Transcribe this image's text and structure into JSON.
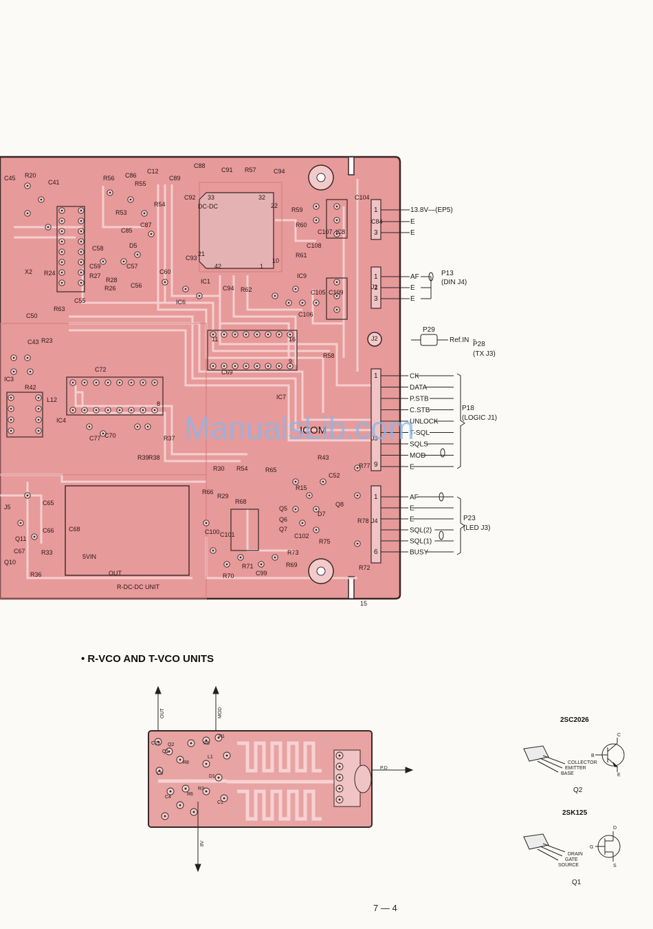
{
  "colors": {
    "board": "#e79a9a",
    "board_edge": "#3a2626",
    "trace": "#f7d2d2",
    "pad": "#f3cfcf",
    "ink": "#1a1a1a",
    "watermark": "#8ab6e8"
  },
  "board_labels": [
    "R20",
    "C41",
    "C45",
    "R56",
    "C86",
    "R55",
    "C12",
    "C89",
    "C88",
    "C91",
    "R57",
    "C94",
    "R53",
    "R54",
    "C92",
    "C85",
    "C87",
    "C58",
    "D5",
    "C57",
    "C60",
    "C93",
    "C59",
    "R27",
    "R26",
    "R28",
    "C56",
    "C55",
    "IC1",
    "C94",
    "R62",
    "IC6",
    "R63",
    "C50",
    "X2",
    "R24",
    "R23",
    "C43",
    "C72",
    "IC3",
    "R42",
    "L12",
    "IC4",
    "C77",
    "C70",
    "R39",
    "R38",
    "R37",
    "C69",
    "IC7",
    "ICOM",
    "R43",
    "R30",
    "R54",
    "R65",
    "R66",
    "R29",
    "R68",
    "R70",
    "R71",
    "C99",
    "C101",
    "C100",
    "C52",
    "Q5",
    "Q6",
    "Q7",
    "Q8",
    "D7",
    "R78",
    "C102",
    "R75",
    "R15",
    "R73",
    "R69",
    "R72",
    "R77",
    "C104",
    "C105",
    "C106",
    "C107",
    "C108",
    "C109",
    "IC8",
    "IC9",
    "R59",
    "R60",
    "R61",
    "R58",
    "C84",
    "J1",
    "J2",
    "J3",
    "J4",
    "J5",
    "Q10",
    "Q11",
    "C66",
    "C67",
    "R33",
    "R36",
    "C65",
    "C68",
    "5VIN",
    "OUT",
    "R-DC-DC UNIT",
    "DC-DC",
    "33",
    "32",
    "22",
    "21",
    "42",
    "1",
    "10",
    "11",
    "16",
    "9",
    "8",
    "15"
  ],
  "connectors": {
    "j1": {
      "pins": [
        "1",
        "2",
        "3"
      ],
      "signals": [
        "13.8V—(EP5)",
        "E",
        "E"
      ]
    },
    "j2": {
      "pins": [
        "1",
        "2",
        "3"
      ],
      "signals": [
        "AF",
        "E",
        "E"
      ],
      "ref": "P13",
      "ref_sub": "(DIN J4)"
    },
    "j3": {
      "signals": [
        "Ref.IN"
      ],
      "plug": "P29",
      "ref": "P28",
      "ref_sub": "(TX J3)"
    },
    "j4": {
      "pins": [
        "1",
        "9"
      ],
      "signals": [
        "CK",
        "DATA",
        "P.STB",
        "C.STB",
        "UNLOCK",
        "T-SQL",
        "SQLS",
        "MOD",
        "E"
      ],
      "ref": "P18",
      "ref_sub": "(LOGIC J1)"
    },
    "j5": {
      "pins": [
        "1",
        "6"
      ],
      "signals": [
        "AF",
        "E",
        "E",
        "SQL(2)",
        "SQL(1)",
        "BUSY"
      ],
      "ref": "P23",
      "ref_sub": "(LED J3)"
    }
  },
  "watermark": "ManualsLib.com",
  "section_title": "• R-VCO AND T-VCO UNITS",
  "vco": {
    "labels": {
      "out": "OUT",
      "mod": "MOD",
      "v8": "8V",
      "pd": "P.D"
    },
    "parts": [
      "C13",
      "Q1",
      "Q2",
      "R1",
      "R5",
      "R8",
      "L1",
      "C5",
      "D1",
      "R3",
      "C1",
      "R6",
      "C4"
    ]
  },
  "transistors": [
    {
      "type": "2SC2026",
      "id": "Q2",
      "leads": [
        "COLLECTOR",
        "EMITTER",
        "BASE"
      ],
      "pins": [
        "C",
        "B",
        "E"
      ]
    },
    {
      "type": "2SK125",
      "id": "Q1",
      "leads": [
        "DRAIN",
        "GATE",
        "SOURCE"
      ],
      "pins": [
        "D",
        "G",
        "S"
      ]
    }
  ],
  "page_number": "7 — 4"
}
